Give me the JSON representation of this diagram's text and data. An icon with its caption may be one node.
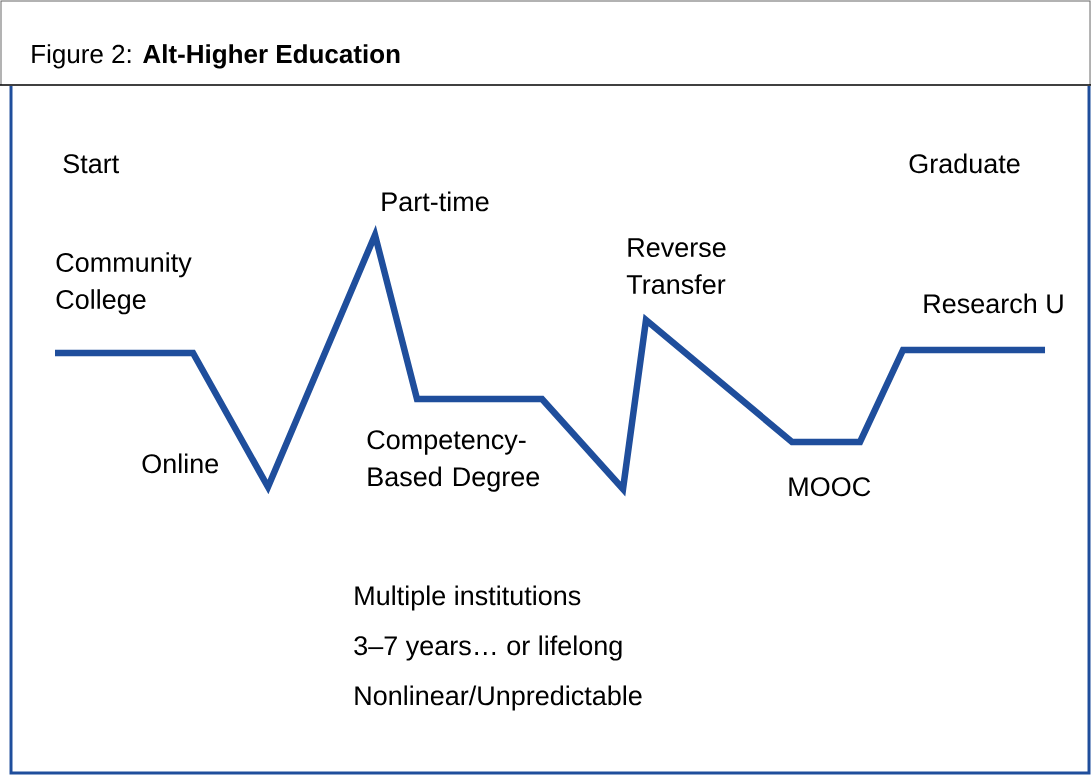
{
  "diagram": {
    "title": "Figure 2: **Alt-Higher Education**",
    "labels": [
      "Start",
      "Graduate",
      "Part-time",
      "Community College",
      "Reverse Transfer",
      "Research U",
      "Online",
      "Competency-Based Degree",
      "MOOC",
      "Multiple institutions",
      "3–7 years… or lifelong",
      "Nonlinear/Unpredictable"
    ]
  }
}
